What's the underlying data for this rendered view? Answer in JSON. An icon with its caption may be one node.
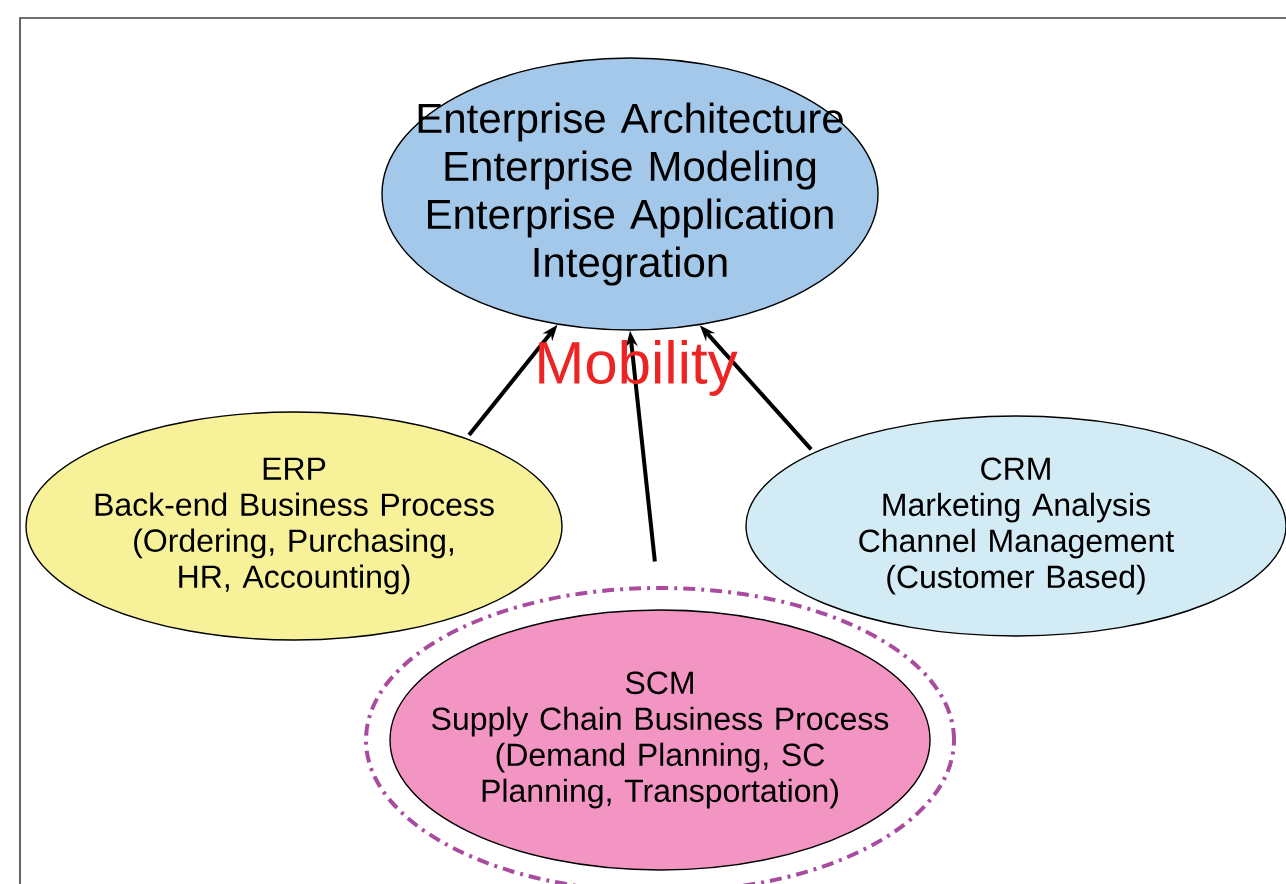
{
  "diagram": {
    "nodes": [
      {
        "text": [
          "Enterprise Architecture",
          "Enterprise Modeling",
          "Enterprise Application Integration"
        ]
      },
      {
        "text": [
          "ERP",
          "Back-end Business Process",
          "(Ordering, Purchasing, HR, Accounting)"
        ]
      },
      {
        "text": [],
        "shape": "ellipse"
      },
      {
        "text": [
          "SCM",
          "Supply Chain Business Process",
          "(Demand Planning, SC Planning, Transportation)"
        ],
        "in": 2
      },
      {
        "text": [
          "CRM",
          "Marketing Analysis",
          "Channel Management",
          "(Customer Based)"
        ]
      }
    ],
    "edges": [
      {
        "from": 1,
        "to": 0,
        "arrow": "to"
      },
      {
        "from": 3,
        "to": 0,
        "arrow": "to"
      },
      {
        "from": 4,
        "to": 0,
        "arrow": "to"
      }
    ],
    "labels": [
      "Mobility"
    ]
  }
}
